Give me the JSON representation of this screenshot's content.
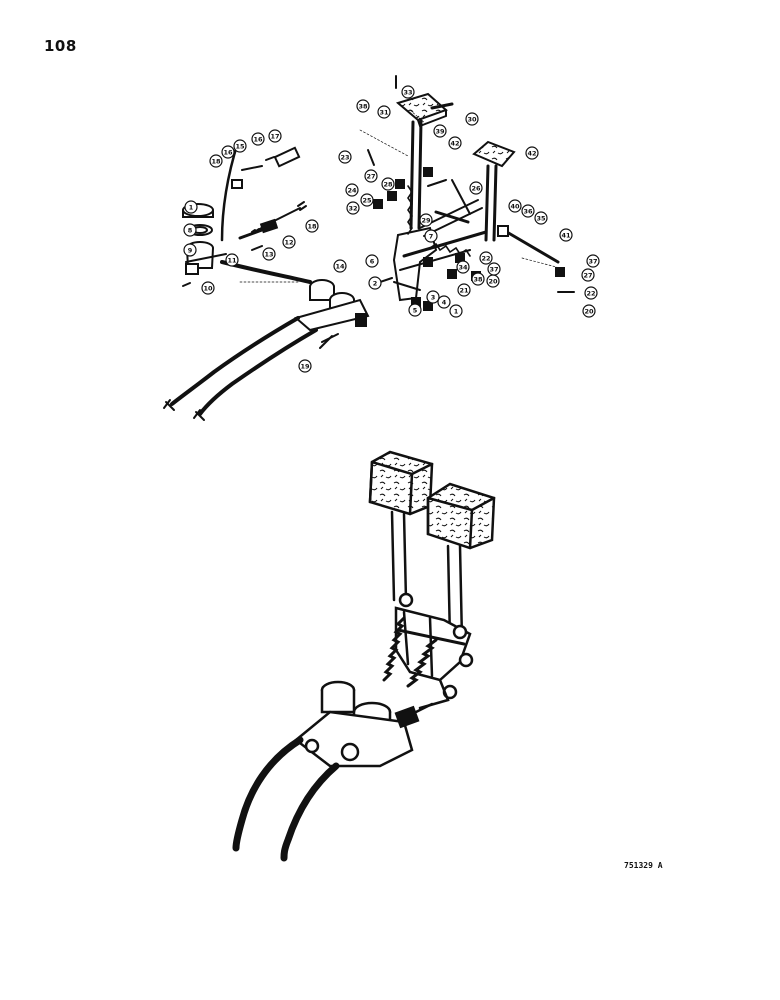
{
  "page_number": "108",
  "figure_id": "751329 A",
  "callouts": [
    {
      "id": "c1",
      "n": "1"
    },
    {
      "id": "c2",
      "n": "8"
    },
    {
      "id": "c3",
      "n": "9"
    },
    {
      "id": "c4",
      "n": "10"
    },
    {
      "id": "c5",
      "n": "18"
    },
    {
      "id": "c6",
      "n": "16"
    },
    {
      "id": "c7",
      "n": "15"
    },
    {
      "id": "c8",
      "n": "16"
    },
    {
      "id": "c9",
      "n": "17"
    },
    {
      "id": "c10",
      "n": "18"
    },
    {
      "id": "c11",
      "n": "12"
    },
    {
      "id": "c12",
      "n": "11"
    },
    {
      "id": "c13",
      "n": "13"
    },
    {
      "id": "c14",
      "n": "14"
    },
    {
      "id": "c15",
      "n": "6"
    },
    {
      "id": "c16",
      "n": "2"
    },
    {
      "id": "c17",
      "n": "3"
    },
    {
      "id": "c18",
      "n": "4"
    },
    {
      "id": "c19",
      "n": "19"
    },
    {
      "id": "c20",
      "n": "5"
    },
    {
      "id": "c21",
      "n": "1"
    },
    {
      "id": "c22",
      "n": "38"
    },
    {
      "id": "c23",
      "n": "31"
    },
    {
      "id": "c24",
      "n": "33"
    },
    {
      "id": "c25",
      "n": "30"
    },
    {
      "id": "c26",
      "n": "39"
    },
    {
      "id": "c27",
      "n": "42"
    },
    {
      "id": "c28",
      "n": "42"
    },
    {
      "id": "c29",
      "n": "23"
    },
    {
      "id": "c30",
      "n": "27"
    },
    {
      "id": "c31",
      "n": "28"
    },
    {
      "id": "c32",
      "n": "24"
    },
    {
      "id": "c33",
      "n": "25"
    },
    {
      "id": "c34",
      "n": "32"
    },
    {
      "id": "c35",
      "n": "29"
    },
    {
      "id": "c36",
      "n": "26"
    },
    {
      "id": "c37",
      "n": "40"
    },
    {
      "id": "c38",
      "n": "36"
    },
    {
      "id": "c39",
      "n": "35"
    },
    {
      "id": "c40",
      "n": "41"
    },
    {
      "id": "c41",
      "n": "37"
    },
    {
      "id": "c42",
      "n": "22"
    },
    {
      "id": "c43",
      "n": "20"
    },
    {
      "id": "c44",
      "n": "21"
    },
    {
      "id": "c45",
      "n": "34"
    },
    {
      "id": "c46",
      "n": "37"
    },
    {
      "id": "c47",
      "n": "38"
    },
    {
      "id": "c48",
      "n": "7"
    },
    {
      "id": "c49",
      "n": "27"
    },
    {
      "id": "c50",
      "n": "22"
    },
    {
      "id": "c51",
      "n": "20"
    }
  ]
}
